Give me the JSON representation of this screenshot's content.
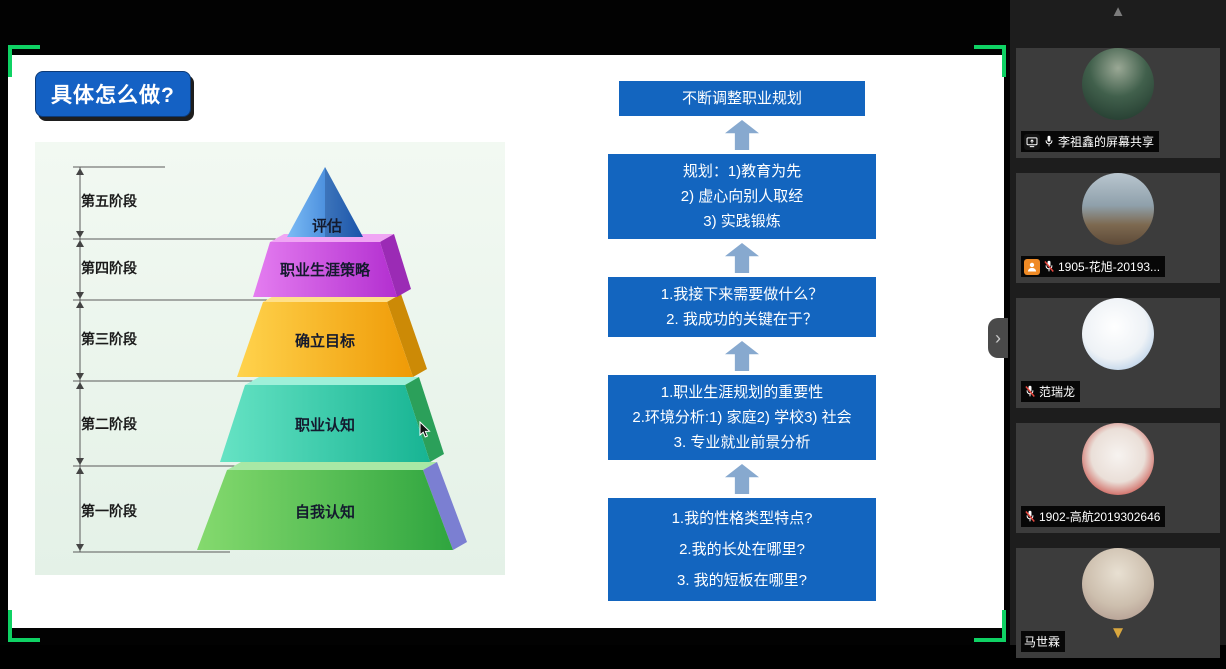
{
  "icons": {
    "chevron": "›",
    "scroll_up": "▲",
    "scroll_down": "▼"
  },
  "slide": {
    "title": "具体怎么做?",
    "pyramid": {
      "stages": [
        {
          "name": "第五阶段",
          "label": "评估",
          "color": "#2b7fd9"
        },
        {
          "name": "第四阶段",
          "label": "职业生涯策略",
          "color": "#c643d8"
        },
        {
          "name": "第三阶段",
          "label": "确立目标",
          "color": "#f2a312"
        },
        {
          "name": "第二阶段",
          "label": "职业认知",
          "color": "#2fc7a5"
        },
        {
          "name": "第一阶段",
          "label": "自我认知",
          "color": "#46b94e"
        }
      ]
    },
    "flow_boxes": [
      {
        "lines": [
          "不断调整职业规划"
        ]
      },
      {
        "lines": [
          "规划：1)教育为先",
          "2) 虚心向别人取经",
          "3) 实践锻炼"
        ]
      },
      {
        "lines": [
          "1.我接下来需要做什么？",
          "2. 我成功的关键在于？"
        ]
      },
      {
        "lines": [
          "1.职业生涯规划的重要性",
          "2.环境分析:1) 家庭2) 学校3) 社会",
          "3. 专业就业前景分析"
        ]
      },
      {
        "lines": [
          "1.我的性格类型特点?",
          "2.我的长处在哪里?",
          "3. 我的短板在哪里?"
        ]
      }
    ],
    "colors": {
      "box_blue": "#1365bf",
      "arrow": "#87a9cf",
      "bracket_green": "#0fd264"
    }
  },
  "sidebar": {
    "participants": [
      {
        "name": "李祖鑫的屏幕共享",
        "muted": false,
        "sharing": true
      },
      {
        "name": "1905-花旭-20193...",
        "muted": true,
        "sharing": false
      },
      {
        "name": "范瑞龙",
        "muted": true,
        "sharing": false
      },
      {
        "name": "1902-高航2019302646",
        "muted": true,
        "sharing": false
      },
      {
        "name": "马世霖",
        "muted": false,
        "sharing": false
      }
    ]
  }
}
